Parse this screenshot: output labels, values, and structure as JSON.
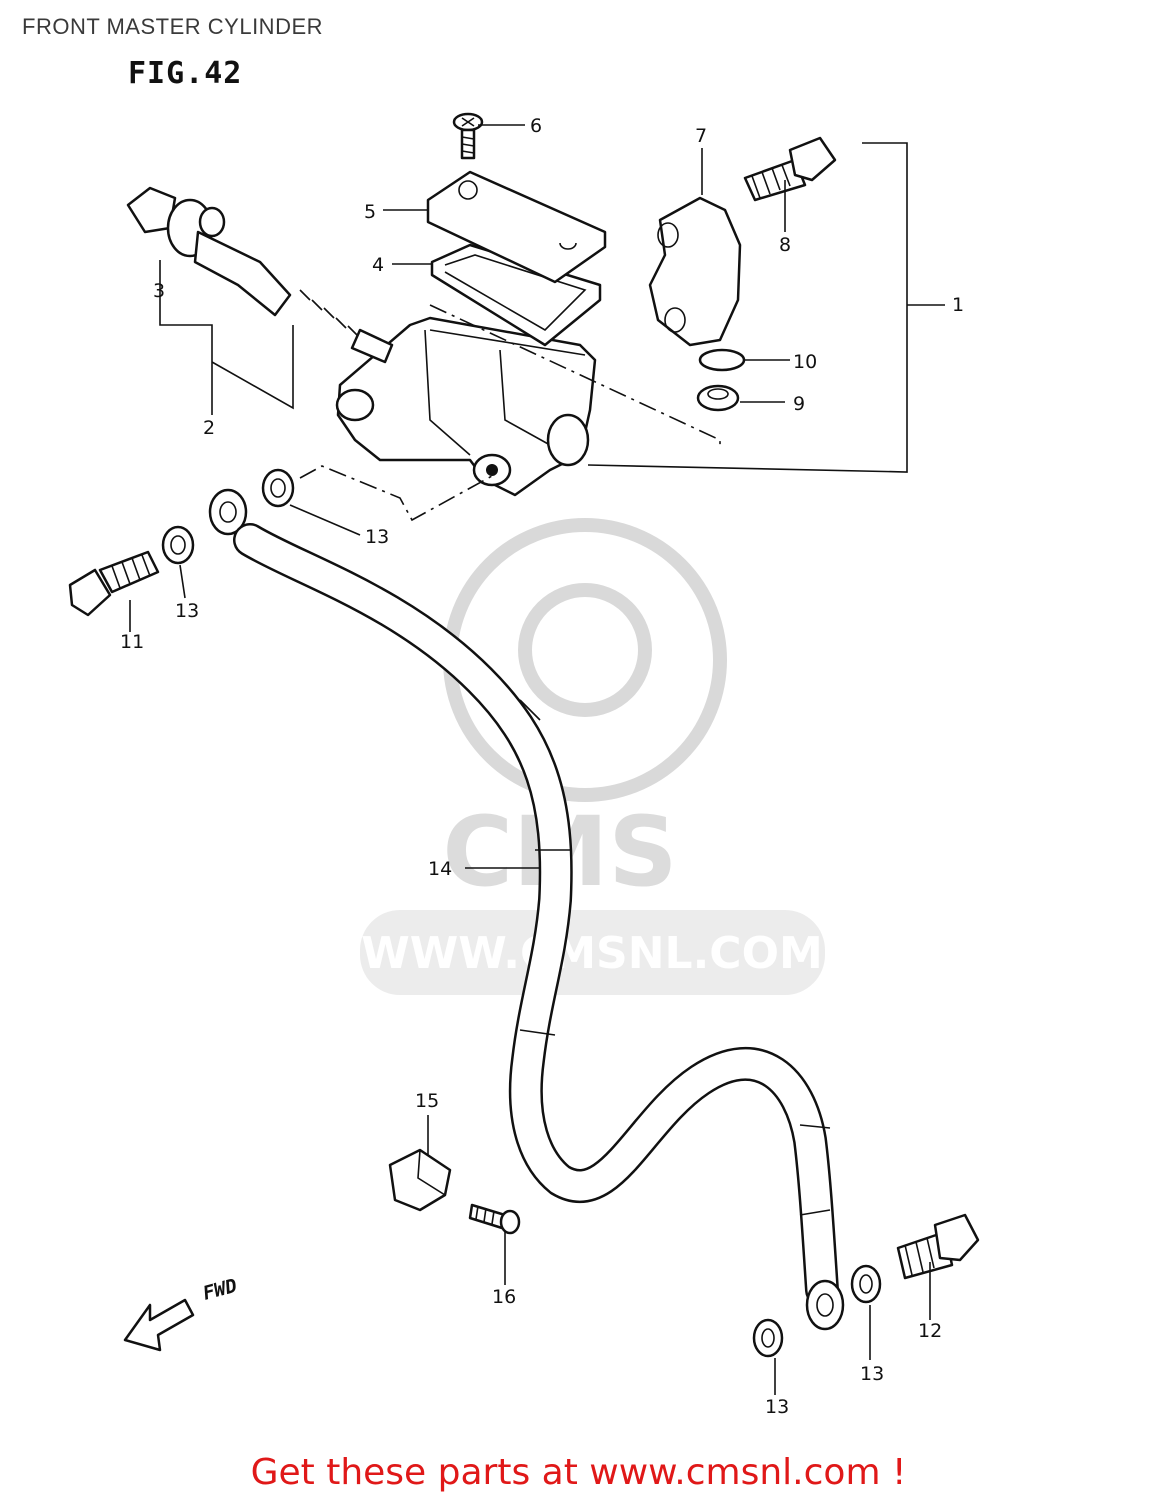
{
  "page": {
    "title": "FRONT MASTER CYLINDER",
    "figure": "FIG.42",
    "footer": "Get these parts at www.cmsnl.com !"
  },
  "watermark": {
    "logo_text": "CMS",
    "url_text": "WWW.CMSNL.COM"
  },
  "direction_marker": "FWD",
  "callouts": [
    "1",
    "2",
    "3",
    "4",
    "5",
    "6",
    "7",
    "8",
    "9",
    "10",
    "11",
    "12",
    "13",
    "13",
    "13",
    "13",
    "14",
    "15",
    "16"
  ],
  "colors": {
    "footer": "#e01818",
    "line": "#111111",
    "watermark": "#d9d9d9"
  }
}
